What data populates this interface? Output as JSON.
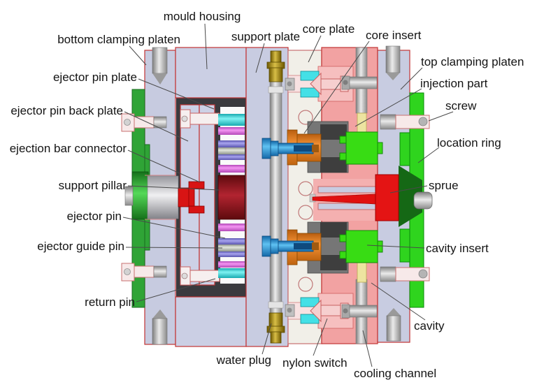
{
  "labels": {
    "mould_housing": "mould housing",
    "bottom_clamping_platen": "bottom clamping platen",
    "support_plate": "support plate",
    "core_plate": "core plate",
    "core_insert": "core insert",
    "top_clamping_platen": "top clamping platen",
    "injection_part": "injection part",
    "screw": "screw",
    "location_ring": "location ring",
    "sprue": "sprue",
    "cavity_insert": "cavity insert",
    "cavity": "cavity",
    "cooling_channel": "cooling channel",
    "nylon_switch": "nylon switch",
    "water_plug": "water plug",
    "return_pin": "return pin",
    "ejector_guide_pin": "ejector guide pin",
    "ejector_pin": "ejector pin",
    "support_pillar": "support pillar",
    "ejection_bar_connector": "ejection bar connector",
    "ejector_pin_back_plate": "ejector pin back plate",
    "ejector_pin_plate": "ejector pin plate"
  },
  "colors": {
    "plate_lavender": "#C8CCE1",
    "plate_outline_red": "#C23434",
    "core_plate_cream": "#F1EFE8",
    "cavity_plate_pink": "#F2A2A2",
    "bright_green": "#2FD41E",
    "machine_green": "#2FA436",
    "dark_green_cone": "#156815",
    "support_pillar_dark_red": "#8A1016",
    "sprue_red": "#E41414",
    "core_insert_orange": "#E07818",
    "sleeve_blue": "#2090D8",
    "pin_cyan": "#44E0E6",
    "pin_magenta": "#E06AE0",
    "pin_purple": "#8078DC",
    "pin_silver": "#C8CCC0",
    "water_plug_brass": "#A98F10",
    "part_yellow": "#EDE4A0",
    "charcoal": "#3A3A3E"
  }
}
